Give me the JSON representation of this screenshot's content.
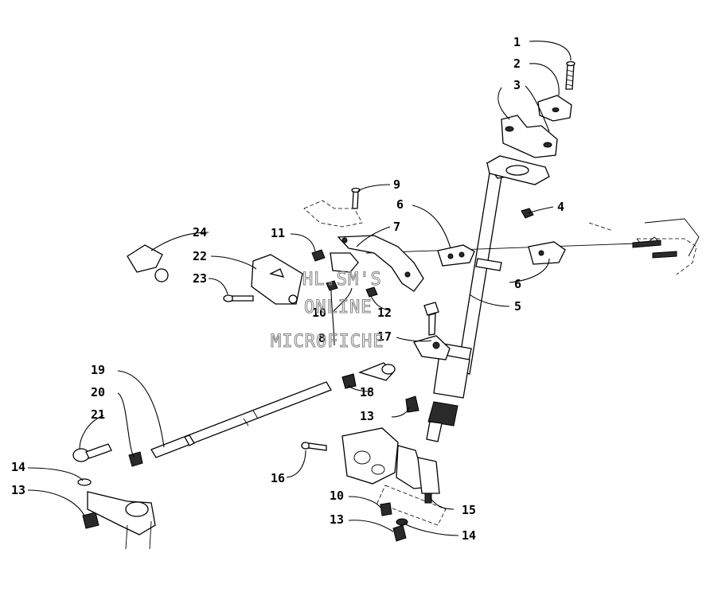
{
  "diagram": {
    "callouts": [
      "1",
      "2",
      "3",
      "4",
      "5",
      "6",
      "6",
      "7",
      "8",
      "9",
      "10",
      "10",
      "11",
      "12",
      "13",
      "13",
      "13",
      "14",
      "14",
      "15",
      "16",
      "17",
      "18",
      "19",
      "20",
      "21",
      "22",
      "23",
      "24"
    ],
    "watermark": [
      "HL.SM'S",
      "ONLINE",
      "MICROFICHE"
    ]
  }
}
